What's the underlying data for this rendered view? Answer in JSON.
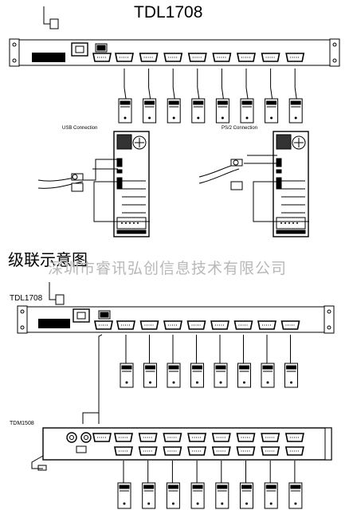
{
  "diagram": {
    "title": "TDL1708",
    "usb_label": "USB Connection",
    "ps2_label": "PS/2 Connection",
    "section_title": "级联示意图",
    "watermark": "深圳市睿讯弘创信息技术有限公司",
    "cascade_top_label": "TDL1708",
    "cascade_bottom_label": "TDM1508",
    "ports_per_switch": 8
  }
}
